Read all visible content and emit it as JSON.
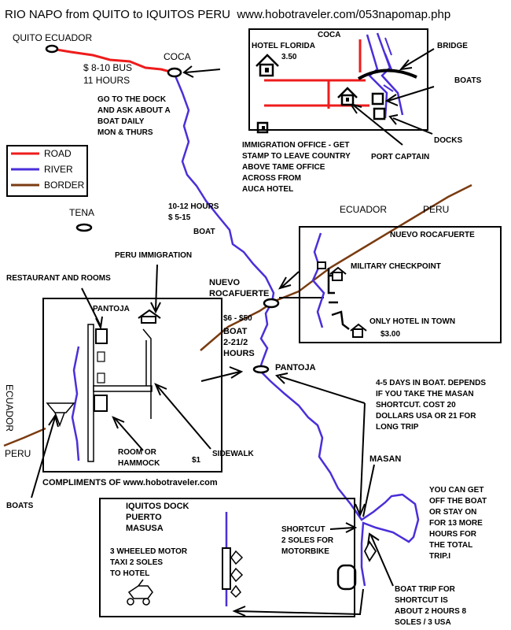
{
  "title": "RIO NAPO from QUITO to IQUITOS PERU  www.hobotraveler.com/053napomap.php",
  "colors": {
    "road": "#ee1c1c",
    "river": "#4a2fd9",
    "border": "#7a3b10",
    "ink": "#000000"
  },
  "legend": [
    {
      "label": "ROAD",
      "color": "#ee1c1c"
    },
    {
      "label": "RIVER",
      "color": "#4a2fd9"
    },
    {
      "label": "BORDER",
      "color": "#7a3b10"
    }
  ],
  "places": {
    "quito": "QUITO ECUADOR",
    "coca": "COCA",
    "tena": "TENA",
    "nuevo_rocafuerte": "NUEVO\nROCAFUERTE",
    "pantoja": "PANTOJA",
    "masan": "MASAN",
    "ecuador_east": "ECUADOR",
    "peru_east": "PERU",
    "ecuador_west": "ECUADOR",
    "peru_west": "PERU"
  },
  "notes": {
    "bus": "$ 8-10 BUS\n11 HOURS",
    "dock": "GO TO THE DOCK\nAND ASK ABOUT A\nBOAT DAILY\nMON & THURS",
    "boat1": "10-12 HOURS\n$ 5-15",
    "boat1_word": "BOAT",
    "boat2_price": "$6 - $50",
    "boat2": "BOAT\n2-21/2\nHOURS",
    "days": "4-5 DAYS IN BOAT. DEPENDS\nIF YOU TAKE THE MASAN\nSHORTCUT. COST 20\nDOLLARS USA OR 21 FOR\nLONG TRIP",
    "off_boat": "YOU CAN GET\nOFF THE BOAT\nOR STAY ON\nFOR 13 MORE\nHOURS FOR\nTHE TOTAL\nTRIP.I",
    "shortcut": "SHORTCUT\n2 SOLES FOR\nMOTORBIKE",
    "boat_trip": "BOAT TRIP FOR\nSHORTCUT IS\nABOUT 2 HOURS 8\nSOLES / 3 USA",
    "boats_left": "BOATS",
    "compliments": "COMPLIMENTS OF www.hobotraveler.com"
  },
  "coca_inset": {
    "title": "COCA",
    "hotel": "HOTEL FLORIDA",
    "hotel_price": "3.50",
    "bridge": "BRIDGE",
    "boats": "BOATS",
    "docks": "DOCKS",
    "port_captain": "PORT CAPTAIN",
    "immigration": "IMMIGRATION OFFICE - GET\nSTAMP TO LEAVE COUNTRY\nABOVE TAME OFFICE\nACROSS FROM\nAUCA HOTEL"
  },
  "rocafuerte_inset": {
    "title": "NUEVO ROCAFUERTE",
    "checkpoint": "MILITARY CHECKPOINT",
    "hotel": "ONLY HOTEL IN TOWN",
    "price": "$3.00"
  },
  "pantoja_inset": {
    "title": "PANTOJA",
    "restaurant": "RESTAURANT AND ROOMS",
    "immigration": "PERU IMMIGRATION",
    "room": "ROOM OR\nHAMMOCK",
    "room_price": "$1",
    "sidewalk": "SIDEWALK"
  },
  "iquitos_inset": {
    "title": "IQUITOS DOCK\nPUERTO\nMASUSA",
    "taxi": "3 WHEELED MOTOR\nTAXI 2 SOLES\nTO HOTEL"
  }
}
